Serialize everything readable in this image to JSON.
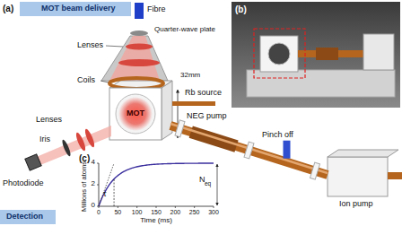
{
  "diagram": {
    "labels": [
      "(a)",
      "MOT beam delivery",
      "Fibre",
      "Quarter-wave plate",
      "Lenses",
      "Coils",
      "32mm",
      "MOT",
      "Rb source",
      "NEG pump",
      "Lenses",
      "Iris",
      "Photodiode",
      "Detection",
      "Pinch off",
      "Ion pump",
      "(b)",
      "(c)",
      "Millions of atoms",
      "0",
      "2",
      "4",
      "0",
      "50",
      "100",
      "150",
      "200",
      "250",
      "300",
      "Time (ms)",
      "τ",
      "N",
      "eq"
    ]
  }
}
